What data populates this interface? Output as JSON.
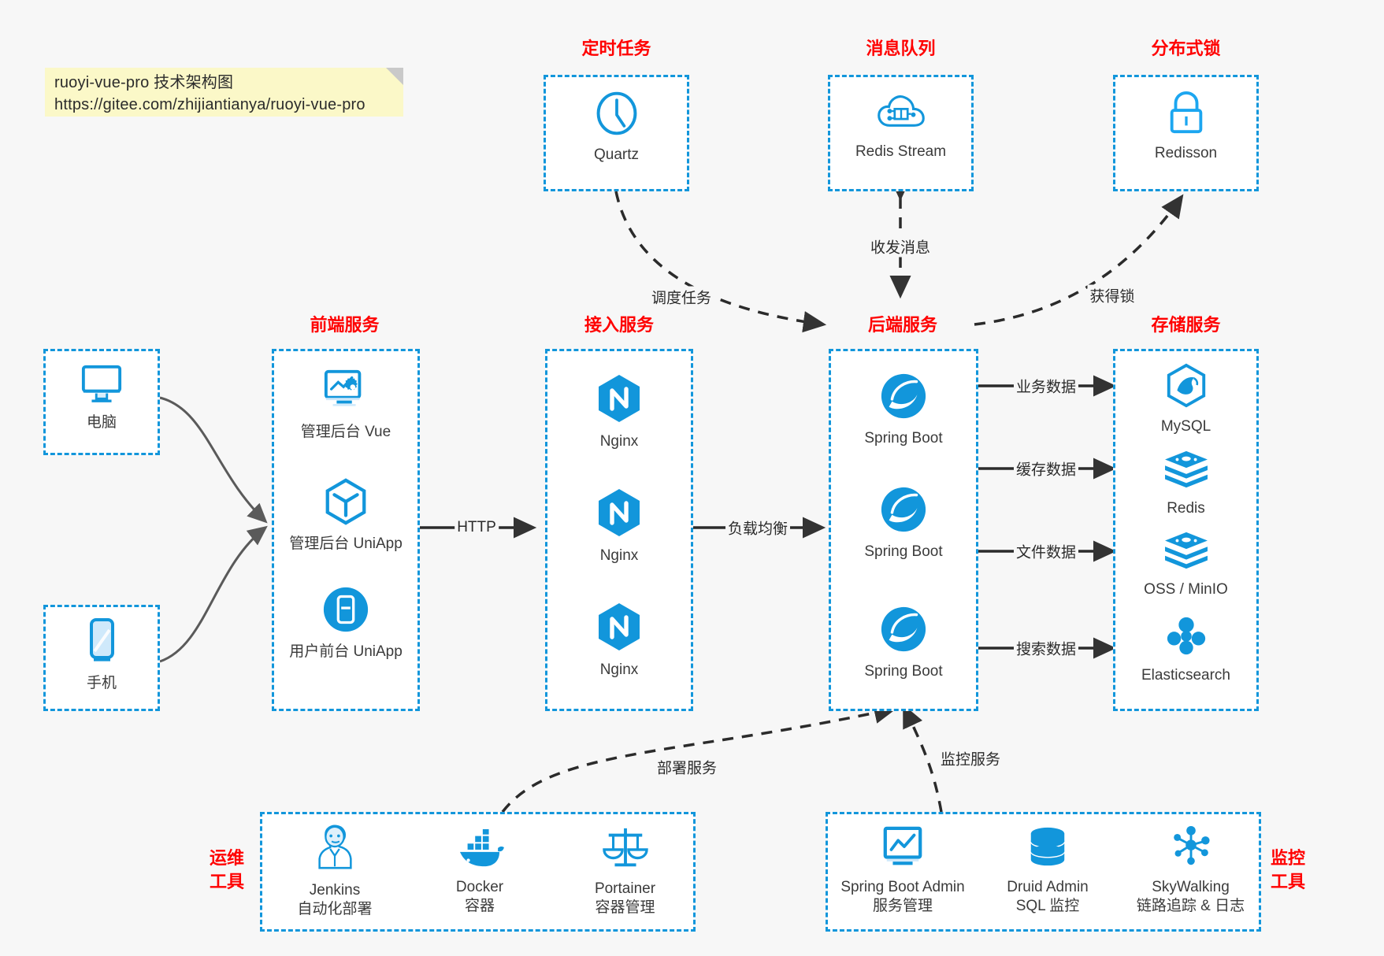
{
  "note": {
    "line1": "ruoyi-vue-pro 技术架构图",
    "line2": "https://gitee.com/zhijiantianya/ruoyi-vue-pro"
  },
  "colors": {
    "accent_blue": "#1296db",
    "title_red": "#ff0000",
    "arrow_dark": "#333333",
    "client_arrow": "#555555",
    "note_bg": "#fbf8c8",
    "canvas_bg": "#f7f7f7"
  },
  "groups": {
    "scheduler": {
      "title": "定时任务",
      "nodes": [
        {
          "label": "Quartz",
          "icon": "clock-icon"
        }
      ]
    },
    "mq": {
      "title": "消息队列",
      "nodes": [
        {
          "label": "Redis Stream",
          "icon": "cloud-stream-icon"
        }
      ]
    },
    "lock": {
      "title": "分布式锁",
      "nodes": [
        {
          "label": "Redisson",
          "icon": "padlock-icon"
        }
      ]
    },
    "clients": {
      "nodes": [
        {
          "label": "电脑",
          "icon": "desktop-icon"
        },
        {
          "label": "手机",
          "icon": "mobile-icon"
        }
      ]
    },
    "frontend": {
      "title": "前端服务",
      "nodes": [
        {
          "label": "管理后台 Vue",
          "icon": "dashboard-icon"
        },
        {
          "label": "管理后台 UniApp",
          "icon": "cube-icon"
        },
        {
          "label": "用户前台 UniApp",
          "icon": "app-window-icon"
        }
      ]
    },
    "gateway": {
      "title": "接入服务",
      "nodes": [
        {
          "label": "Nginx",
          "icon": "nginx-icon"
        },
        {
          "label": "Nginx",
          "icon": "nginx-icon"
        },
        {
          "label": "Nginx",
          "icon": "nginx-icon"
        }
      ]
    },
    "backend": {
      "title": "后端服务",
      "nodes": [
        {
          "label": "Spring Boot",
          "icon": "spring-boot-icon"
        },
        {
          "label": "Spring Boot",
          "icon": "spring-boot-icon"
        },
        {
          "label": "Spring Boot",
          "icon": "spring-boot-icon"
        }
      ]
    },
    "storage": {
      "title": "存储服务",
      "nodes": [
        {
          "label": "MySQL",
          "icon": "mysql-icon"
        },
        {
          "label": "Redis",
          "icon": "redis-icon"
        },
        {
          "label": "OSS / MinIO",
          "icon": "oss-icon"
        },
        {
          "label": "Elasticsearch",
          "icon": "elasticsearch-icon"
        }
      ]
    },
    "devops": {
      "title": "运维\n工具",
      "title_line1": "运维",
      "title_line2": "工具",
      "nodes": [
        {
          "label": "Jenkins",
          "sublabel": "自动化部署",
          "icon": "jenkins-icon"
        },
        {
          "label": "Docker",
          "sublabel": "容器",
          "icon": "docker-icon"
        },
        {
          "label": "Portainer",
          "sublabel": "容器管理",
          "icon": "scales-icon"
        }
      ]
    },
    "monitor": {
      "title_line1": "监控",
      "title_line2": "工具",
      "nodes": [
        {
          "label": "Spring Boot Admin",
          "sublabel": "服务管理",
          "icon": "monitor-chart-icon"
        },
        {
          "label": "Druid Admin",
          "sublabel": "SQL 监控",
          "icon": "database-icon"
        },
        {
          "label": "SkyWalking",
          "sublabel": "链路追踪 & 日志",
          "icon": "skywalking-icon"
        }
      ]
    }
  },
  "edges": [
    {
      "id": "schedule-task",
      "label": "调度任务",
      "from": "scheduler",
      "to": "backend",
      "style": "dashed"
    },
    {
      "id": "mq-messages",
      "label": "收发消息",
      "from": "mq",
      "to": "backend",
      "style": "dashed-bidirectional"
    },
    {
      "id": "acquire-lock",
      "label": "获得锁",
      "from": "backend",
      "to": "lock",
      "style": "dashed"
    },
    {
      "id": "http",
      "label": "HTTP",
      "from": "frontend",
      "to": "gateway",
      "style": "solid"
    },
    {
      "id": "load-balance",
      "label": "负载均衡",
      "from": "gateway",
      "to": "backend",
      "style": "solid"
    },
    {
      "id": "business-data",
      "label": "业务数据",
      "from": "backend",
      "to": "mysql",
      "style": "solid"
    },
    {
      "id": "cache-data",
      "label": "缓存数据",
      "from": "backend",
      "to": "redis",
      "style": "solid"
    },
    {
      "id": "file-data",
      "label": "文件数据",
      "from": "backend",
      "to": "oss",
      "style": "solid"
    },
    {
      "id": "search-data",
      "label": "搜索数据",
      "from": "backend",
      "to": "elasticsearch",
      "style": "solid"
    },
    {
      "id": "deploy-service",
      "label": "部署服务",
      "from": "devops",
      "to": "backend",
      "style": "dashed"
    },
    {
      "id": "monitor-service",
      "label": "监控服务",
      "from": "monitor",
      "to": "backend",
      "style": "dashed"
    }
  ]
}
